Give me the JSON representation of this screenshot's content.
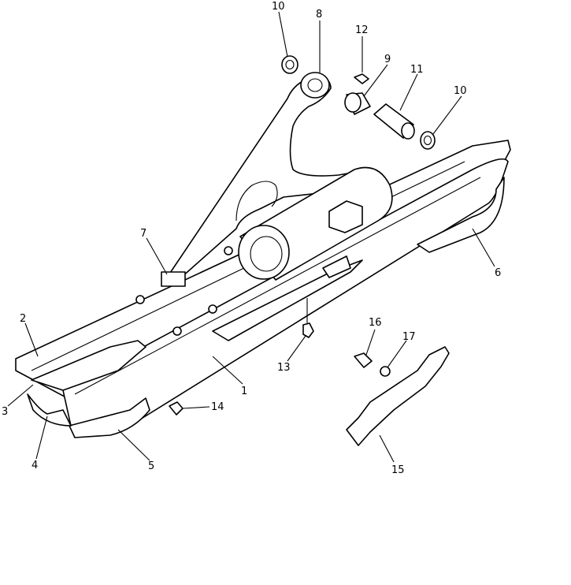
{
  "labels": {
    "l1": "1",
    "l2": "2",
    "l3": "3",
    "l4": "4",
    "l5": "5",
    "l6": "6",
    "l7": "7",
    "l8": "8",
    "l9": "9",
    "l10a": "10",
    "l10b": "10",
    "l11": "11",
    "l12": "12",
    "l13": "13",
    "l14": "14",
    "l15": "15",
    "l16": "16",
    "l17": "17"
  }
}
